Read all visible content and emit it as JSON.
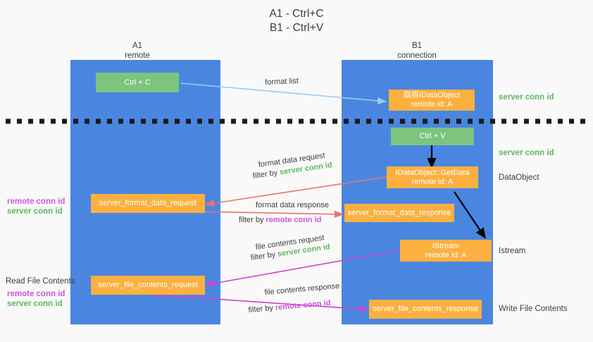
{
  "title": "A1 - Ctrl+C\nB1 - Ctrl+V",
  "columns": [
    {
      "name": "A1",
      "sub": "remote",
      "header": "A1\nremote"
    },
    {
      "name": "B1",
      "sub": "connection",
      "header": "B1\nconnection"
    }
  ],
  "nodes": {
    "ctrl_c": "Ctrl + C",
    "ctrl_v": "Ctrl + V",
    "idataobject": "取得IDataObject\nremote id: A",
    "getdata": "IDataObject::GetData\nremote id: A",
    "istream": "IStream\nremote id: A",
    "server_format_data_request": "server_format_data_request",
    "server_format_data_response": "server_format_data_response",
    "server_file_contents_request": "server_file_contents_request",
    "server_file_contents_response": "server_file_contents_response"
  },
  "right_labels": {
    "server_conn_id_top": "server conn id",
    "server_conn_id_mid": "server conn id",
    "dataobject": "DataObject",
    "istream": "Istream",
    "write_file_contents": "Write File Contents"
  },
  "left_labels": {
    "remote_conn_id_1": "remote conn id",
    "server_conn_id_1": "server conn id",
    "read_file_contents": "Read File Contents",
    "remote_conn_id_2": "remote conn id",
    "server_conn_id_2": "server conn id"
  },
  "arrow_labels": {
    "format_list": "format list",
    "format_data_request": "format data request",
    "format_data_request_filter_prefix": "filter by ",
    "format_data_request_filter_tag": "server conn id",
    "format_data_response": "format data response",
    "format_data_response_filter_prefix": "filter by ",
    "format_data_response_filter_tag": "remote conn id",
    "file_contents_request": "file contents request",
    "file_contents_request_filter_prefix": "filter by ",
    "file_contents_request_filter_tag": "server conn id",
    "file_contents_response": "file contents response",
    "file_contents_response_filter_prefix": "filter by ",
    "file_contents_response_filter_tag": "remote conn id"
  },
  "colors": {
    "lane": "#4a86e0",
    "node_green": "#7cc47f",
    "node_orange": "#fbb040",
    "arrow_blue": "#9ecbf0",
    "arrow_red": "#e8736c",
    "arrow_magenta": "#cc44cc",
    "arrow_black": "#000000",
    "tag_server": "#5cb85c",
    "tag_remote": "#cc55dd",
    "background": "#f9f9f9"
  }
}
